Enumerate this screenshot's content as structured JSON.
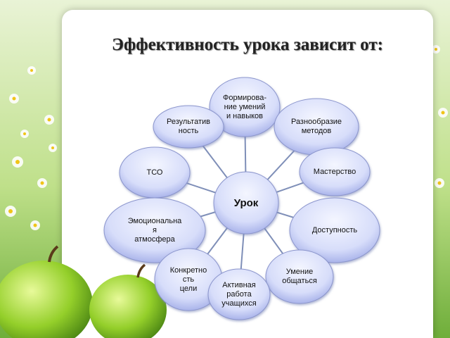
{
  "slide": {
    "title": "Эффективность урока зависит от:"
  },
  "diagram": {
    "center": "Урок",
    "nodes": [
      {
        "label": "Формирова-\nние умений\nи навыков"
      },
      {
        "label": "Результатив\nность"
      },
      {
        "label": "Разнообразие\nметодов"
      },
      {
        "label": "ТСО"
      },
      {
        "label": "Мастерство"
      },
      {
        "label": "Эмоциональна\nя\nатмосфера"
      },
      {
        "label": "Доступность"
      },
      {
        "label": "Конкретно\nсть\nцели"
      },
      {
        "label": "Умение\nобщаться"
      },
      {
        "label": "Активная\nработа\nучащихся"
      }
    ]
  },
  "colors": {
    "node_fill_light": "#f4f6ff",
    "node_fill_dark": "#aab4ea",
    "node_border": "#8b95cc",
    "connector": "#7f8fb8",
    "card": "#ffffff"
  }
}
